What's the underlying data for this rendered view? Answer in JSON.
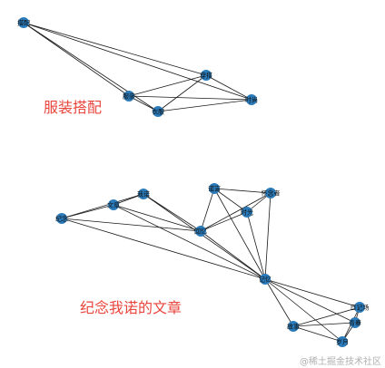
{
  "diagram": {
    "accent_color": "#e8453c",
    "node_color": "#2b7bba",
    "annotations": [
      "服装搭配",
      "纪念我诺的文章"
    ],
    "watermark": "@稀土掘金技术社区",
    "graphs": [
      {
        "nodes": [
          {
            "id": "a1",
            "label": "搭配"
          },
          {
            "id": "a2",
            "label": "穿搭"
          },
          {
            "id": "a3",
            "label": "服装"
          },
          {
            "id": "a4",
            "label": "衣服"
          },
          {
            "id": "a5",
            "label": "时尚"
          }
        ],
        "edges": [
          [
            "a1",
            "a2"
          ],
          [
            "a1",
            "a3"
          ],
          [
            "a1",
            "a4"
          ],
          [
            "a1",
            "a5"
          ],
          [
            "a2",
            "a3"
          ],
          [
            "a2",
            "a4"
          ],
          [
            "a2",
            "a5"
          ],
          [
            "a3",
            "a4"
          ],
          [
            "a3",
            "a5"
          ],
          [
            "a4",
            "a5"
          ]
        ]
      },
      {
        "nodes": [
          {
            "id": "b1",
            "label": "纪念"
          },
          {
            "id": "b2",
            "label": "文章"
          },
          {
            "id": "b3",
            "label": "我诺"
          },
          {
            "id": "b4",
            "label": "回忆"
          },
          {
            "id": "b5",
            "label": "诺言"
          },
          {
            "id": "b6",
            "label": "怀念者"
          },
          {
            "id": "b7",
            "label": "时光"
          },
          {
            "id": "b8",
            "label": "记忆"
          },
          {
            "id": "b9",
            "label": "日记场"
          },
          {
            "id": "b10",
            "label": "故事"
          },
          {
            "id": "b11",
            "label": "青春"
          },
          {
            "id": "b12",
            "label": "岁月"
          }
        ],
        "edges": [
          [
            "b1",
            "b2"
          ],
          [
            "b1",
            "b3"
          ],
          [
            "b1",
            "b4"
          ],
          [
            "b1",
            "b8"
          ],
          [
            "b2",
            "b3"
          ],
          [
            "b2",
            "b4"
          ],
          [
            "b2",
            "b8"
          ],
          [
            "b3",
            "b4"
          ],
          [
            "b3",
            "b8"
          ],
          [
            "b4",
            "b5"
          ],
          [
            "b4",
            "b6"
          ],
          [
            "b4",
            "b7"
          ],
          [
            "b4",
            "b8"
          ],
          [
            "b5",
            "b6"
          ],
          [
            "b5",
            "b7"
          ],
          [
            "b5",
            "b8"
          ],
          [
            "b6",
            "b7"
          ],
          [
            "b6",
            "b8"
          ],
          [
            "b7",
            "b8"
          ],
          [
            "b8",
            "b9"
          ],
          [
            "b8",
            "b10"
          ],
          [
            "b8",
            "b11"
          ],
          [
            "b8",
            "b12"
          ],
          [
            "b9",
            "b10"
          ],
          [
            "b9",
            "b11"
          ],
          [
            "b9",
            "b12"
          ],
          [
            "b10",
            "b11"
          ],
          [
            "b10",
            "b12"
          ],
          [
            "b11",
            "b12"
          ]
        ]
      }
    ]
  }
}
